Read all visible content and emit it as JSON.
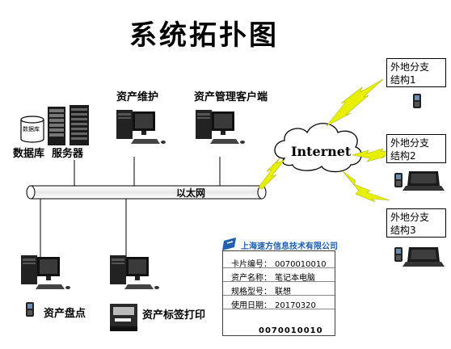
{
  "title": "系统拓扑图",
  "nodes": {
    "db_label": "数据库",
    "db_small": "数据库",
    "server_label": "服务器",
    "asset_maintenance": "资产维护",
    "asset_client": "资产管理客户端",
    "ethernet": "以太网",
    "internet": "Internet",
    "asset_inventory": "资产盘点",
    "asset_label_print": "资产标签打印"
  },
  "branches": [
    {
      "line1": "外地分支",
      "line2": "结构1"
    },
    {
      "line1": "外地分支",
      "line2": "结构2"
    },
    {
      "line1": "外地分支",
      "line2": "结构3"
    }
  ],
  "card": {
    "company": "上海速方信息技术有限公司",
    "rows": [
      {
        "label": "卡片编号：",
        "value": "0070010010"
      },
      {
        "label": "资产名称：",
        "value": "笔记本电脑"
      },
      {
        "label": "规格型号：",
        "value": "联想"
      },
      {
        "label": "使用日期：",
        "value": "20170320"
      }
    ],
    "barcode_number": "0070010010"
  },
  "colors": {
    "lightning": "#e8f000",
    "company_blue": "#1f5fb0"
  }
}
